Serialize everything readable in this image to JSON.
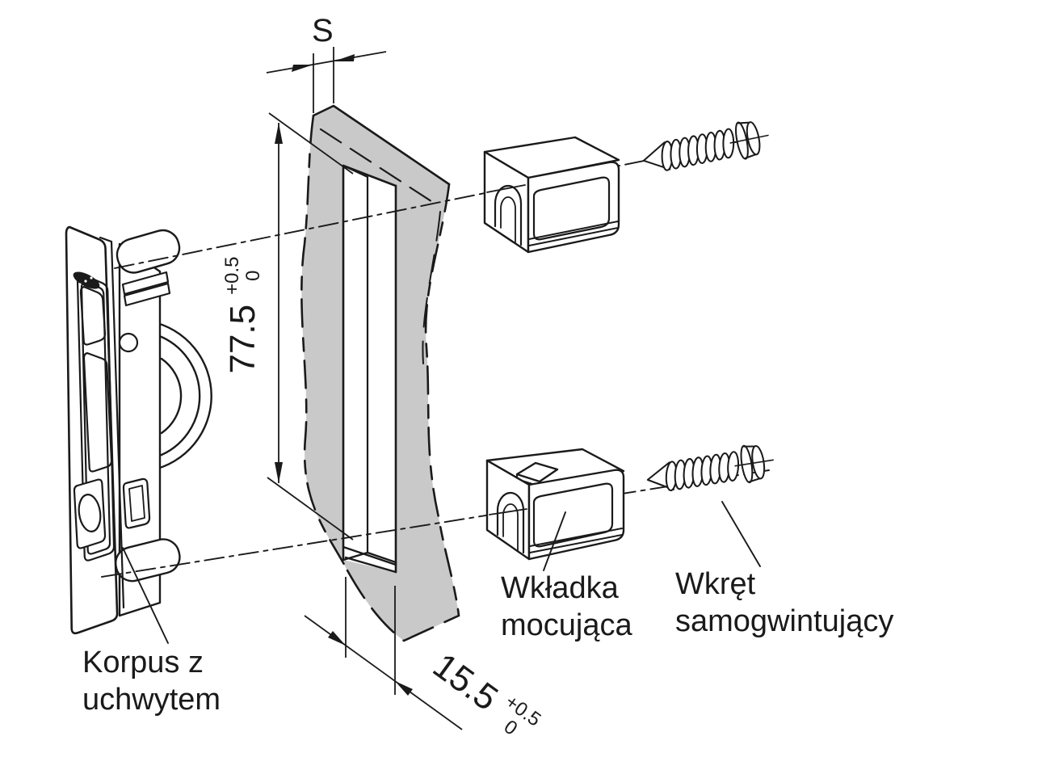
{
  "diagram": {
    "type": "technical-installation-drawing",
    "parts": {
      "korpus": {
        "line1": "Korpus z",
        "line2": "uchwytem"
      },
      "wkladka": {
        "line1": "Wkładka",
        "line2": "mocująca"
      },
      "wkret": {
        "line1": "Wkręt",
        "line2": "samogwintujący"
      }
    },
    "dimensions": {
      "panel_thickness": {
        "label": "S"
      },
      "cutout_height": {
        "value": "77.5",
        "tol_plus": "+0.5",
        "tol_zero": "0"
      },
      "cutout_width": {
        "value": "15.5",
        "tol_plus": "+0.5",
        "tol_zero": "0"
      }
    },
    "colors": {
      "panel_fill": "#c9c9c9",
      "line": "#1a1a1a",
      "background": "#ffffff"
    }
  }
}
